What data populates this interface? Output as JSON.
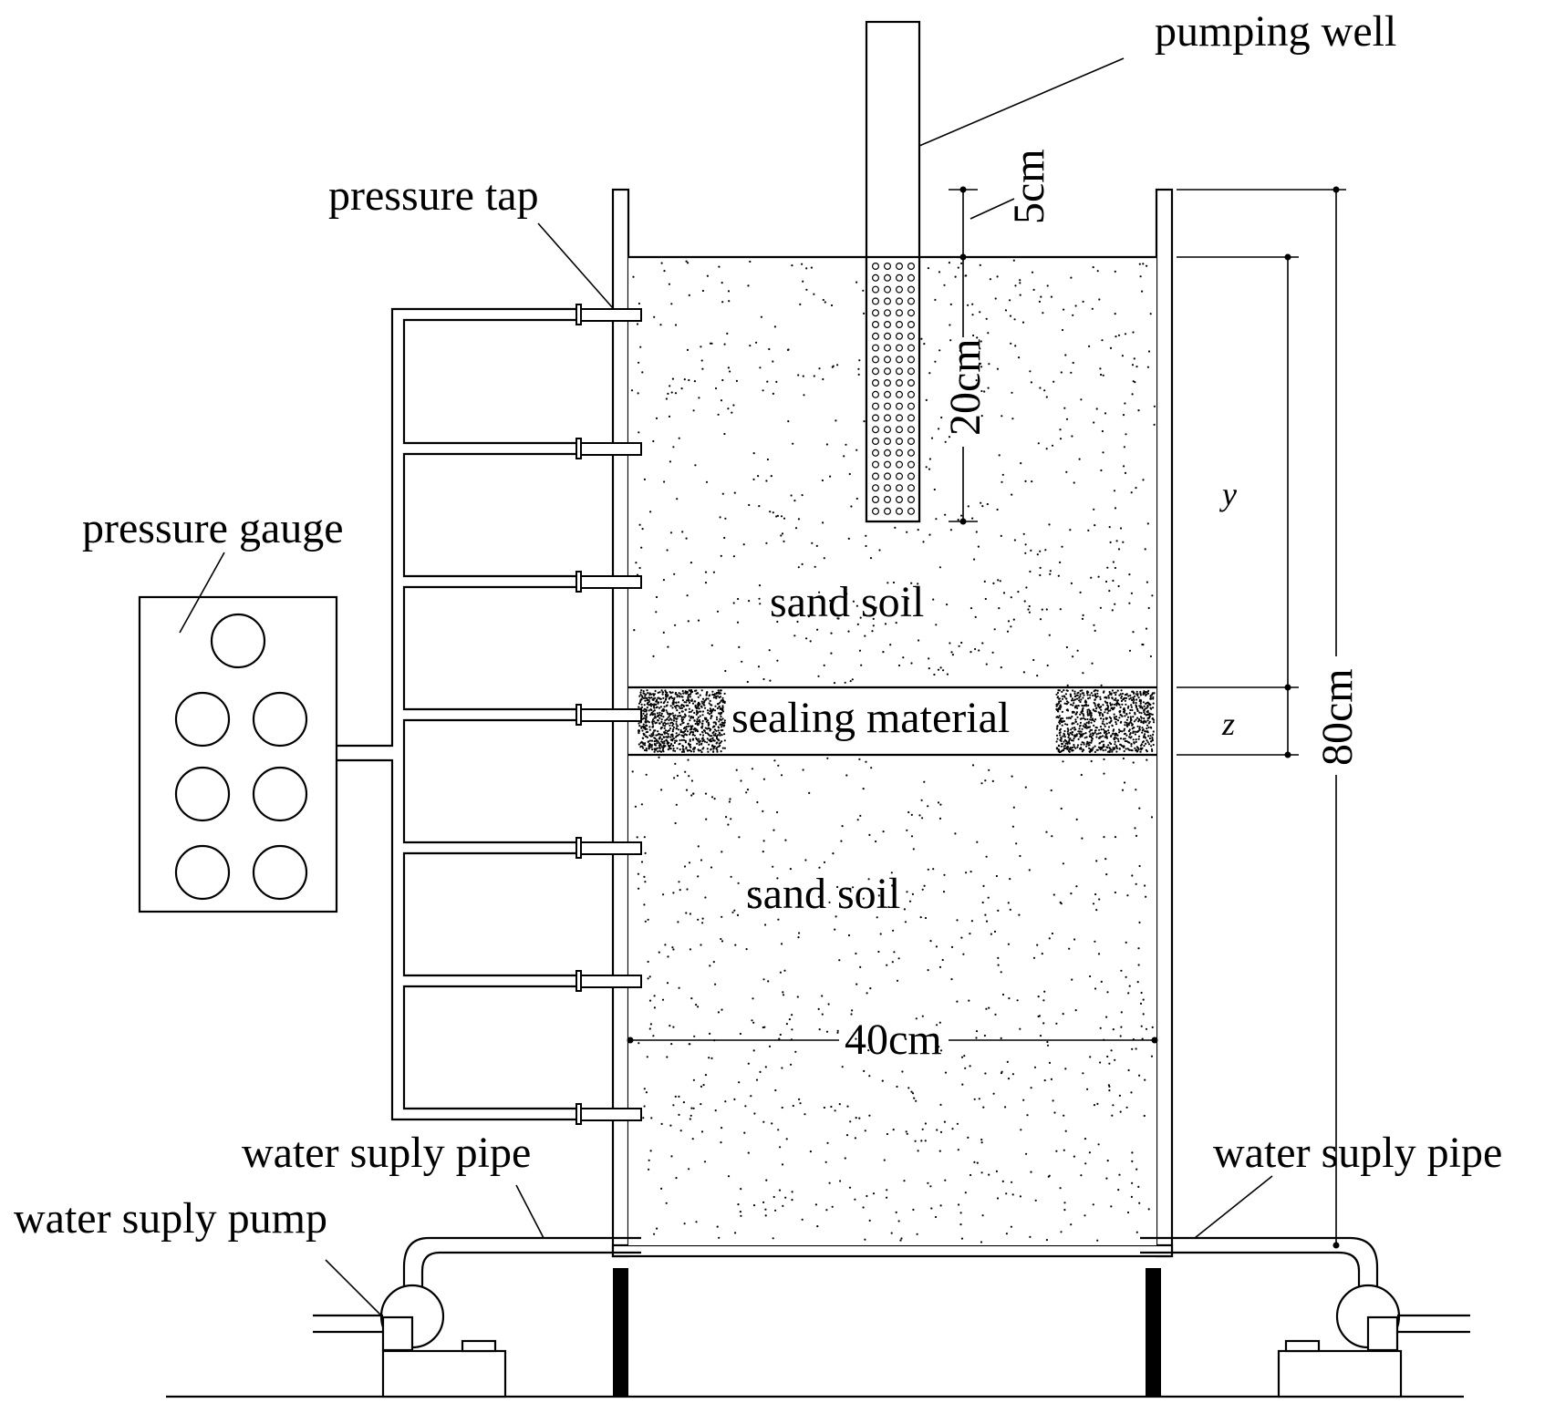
{
  "labels": {
    "pumping_well": "pumping well",
    "pressure_tap": "pressure tap",
    "pressure_gauge": "pressure gauge",
    "sand_soil_upper": "sand soil",
    "sealing_material": "sealing material",
    "sand_soil_lower": "sand soil",
    "water_supply_pipe_left": "water suply pipe",
    "water_supply_pipe_right": "water suply pipe",
    "water_supply_pump": "water suply pump"
  },
  "dimensions": {
    "well_above_soil": "5cm",
    "screen_length": "20cm",
    "tank_width": "40cm",
    "tank_height": "80cm",
    "distance_y": "y",
    "thickness_z": "z"
  }
}
